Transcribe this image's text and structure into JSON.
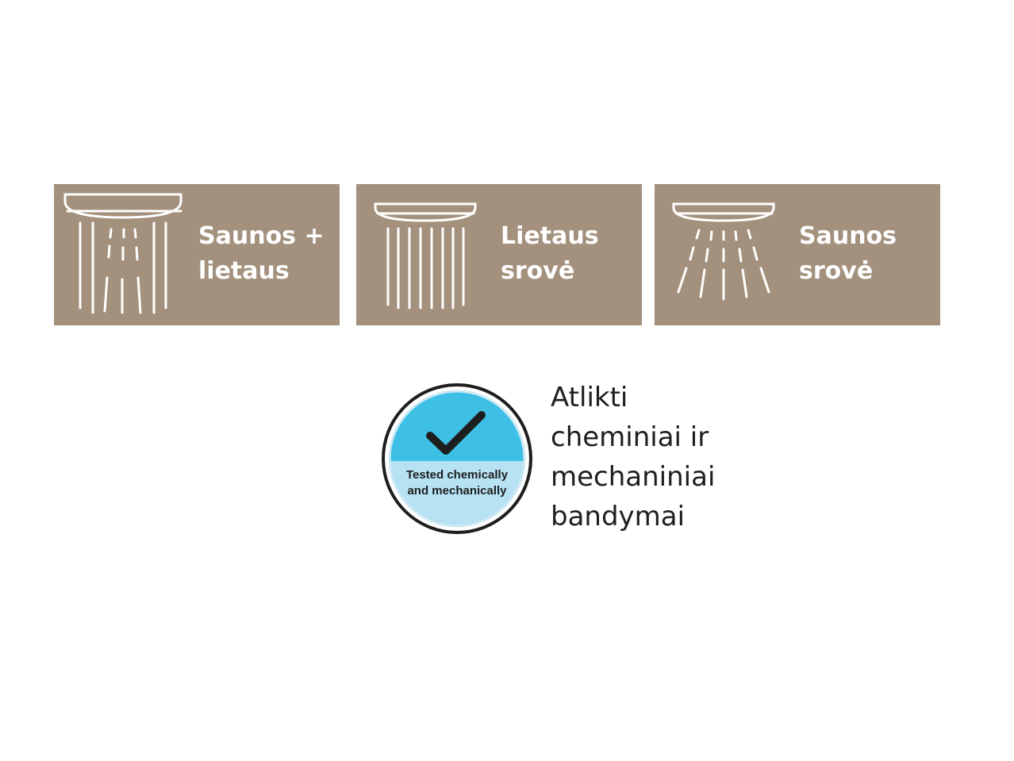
{
  "colors": {
    "panel_background": "#a3907d",
    "panel_text": "#ffffff",
    "badge_ring": "#1e1e1e",
    "badge_top": "#3ec0e6",
    "badge_bottom": "#b6e2f4",
    "caption_text": "#1e1e1e"
  },
  "panels": [
    {
      "icon": "sauna-rain-shower-icon",
      "line1": "Saunos +",
      "line2": "lietaus"
    },
    {
      "icon": "rain-shower-icon",
      "line1": "Lietaus",
      "line2": "srovė"
    },
    {
      "icon": "sauna-shower-icon",
      "line1": "Saunos",
      "line2": "srovė"
    }
  ],
  "badge": {
    "icon": "checkmark-icon",
    "line1": "Tested chemically",
    "line2": "and mechanically"
  },
  "caption": {
    "line1": "Atlikti",
    "line2": "cheminiai ir",
    "line3": "mechaniniai",
    "line4": "bandymai"
  }
}
